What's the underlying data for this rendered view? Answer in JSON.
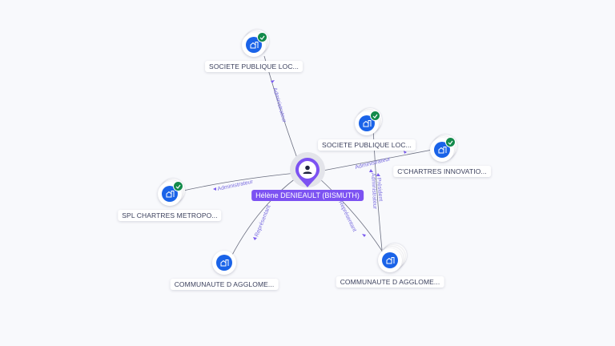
{
  "center": {
    "name": "Hélène DENIEAULT (BISMUTH)",
    "icon": "person-icon",
    "color": "#7c52f2"
  },
  "nodes": [
    {
      "id": "n1",
      "label": "SOCIETE PUBLIQUE LOC...",
      "icon": "building-icon",
      "verified": true
    },
    {
      "id": "n2",
      "label": "SOCIETE PUBLIQUE LOC...",
      "icon": "building-icon",
      "verified": true
    },
    {
      "id": "n3",
      "label": "C'CHARTRES INNOVATIO...",
      "icon": "building-icon",
      "verified": true
    },
    {
      "id": "n4",
      "label": "SPL CHARTRES METROPO...",
      "icon": "building-icon",
      "verified": true
    },
    {
      "id": "n5",
      "label": "COMMUNAUTE D AGGLOME...",
      "icon": "building-icon",
      "verified": false
    },
    {
      "id": "n6",
      "label": "COMMUNAUTE D AGGLOME...",
      "icon": "building-icon",
      "verified": false
    }
  ],
  "edges": [
    {
      "from": "center",
      "to": "n1",
      "label": "Administrateur"
    },
    {
      "from": "center",
      "to": "n3",
      "label": "Administrateur"
    },
    {
      "from": "center",
      "to": "n4",
      "label": "Administrateur"
    },
    {
      "from": "center",
      "to": "n5",
      "label": "Représentant"
    },
    {
      "from": "center",
      "to": "n6",
      "label": "Représentant"
    },
    {
      "from": "n6",
      "to": "n2",
      "label": "Président"
    },
    {
      "from": "n6",
      "to": "n2",
      "label": "Administrateur"
    }
  ],
  "colors": {
    "node_fill": "#1a63e8",
    "verified_badge": "#138a4b",
    "edge_label": "#7b6ee0",
    "background": "#f8f9fc"
  }
}
